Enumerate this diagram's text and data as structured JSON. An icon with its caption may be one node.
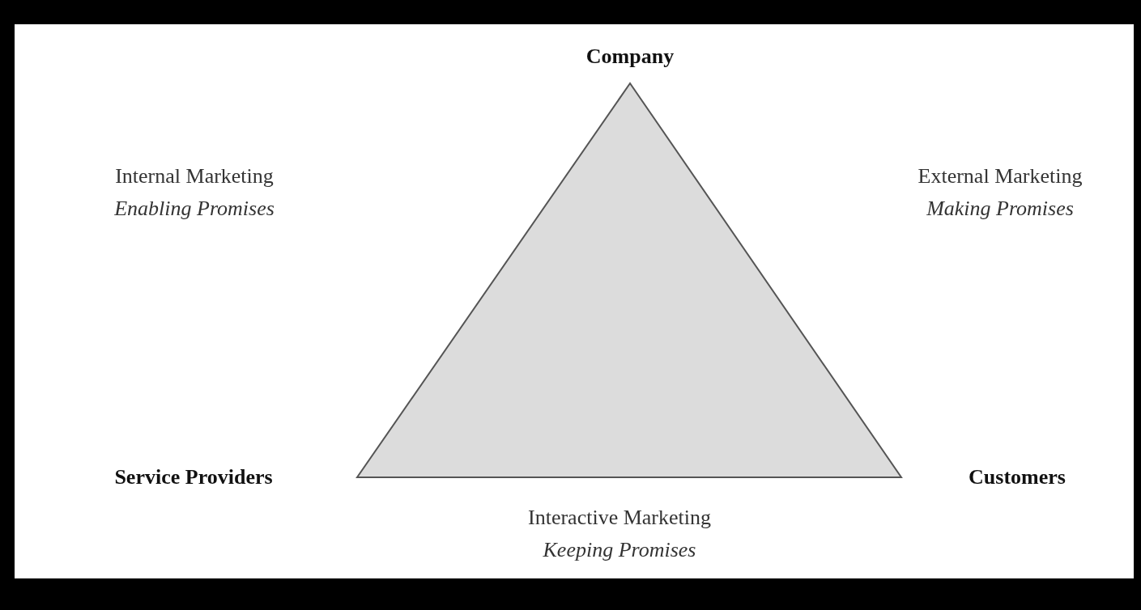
{
  "diagram": {
    "nodes": [
      {
        "text": [
          "Company"
        ]
      },
      {
        "text": [
          "Service Providers"
        ]
      },
      {
        "text": [
          "Customers"
        ]
      }
    ],
    "labels": [
      "Internal Marketing",
      "Enabling Promises",
      "External Marketing",
      "Making Promises",
      "Interactive Marketing",
      "Keeping Promises"
    ]
  }
}
